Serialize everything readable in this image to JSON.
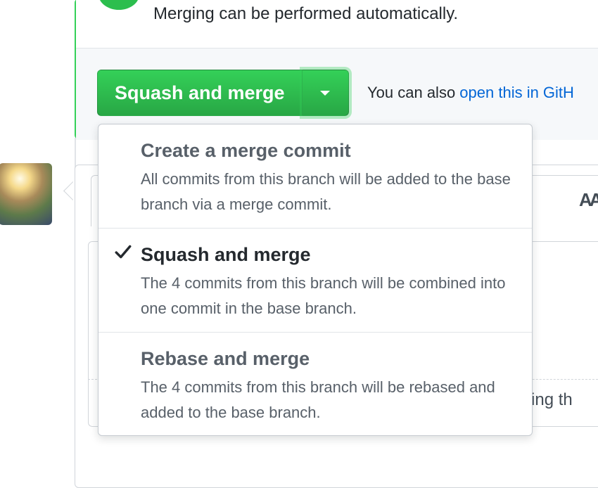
{
  "merge_status": {
    "text": "Merging can be performed automatically."
  },
  "merge_button": {
    "label": "Squash and merge",
    "dropdown_icon": "caret-down-icon"
  },
  "open_in": {
    "prefix": "You can also ",
    "link": "open this in GitH"
  },
  "comment": {
    "editor_hint": "asting th"
  },
  "merge_menu": {
    "items": [
      {
        "title": "Create a merge commit",
        "description": "All commits from this branch will be added to the base branch via a merge commit.",
        "selected": false
      },
      {
        "title": "Squash and merge",
        "description": "The 4 commits from this branch will be combined into one commit in the base branch.",
        "selected": true
      },
      {
        "title": "Rebase and merge",
        "description": "The 4 commits from this branch will be rebased and added to the base branch.",
        "selected": false
      }
    ]
  },
  "colors": {
    "success_green": "#2cbe4e",
    "link_blue": "#0366d6",
    "text_primary": "#24292e",
    "text_muted": "#586069"
  }
}
